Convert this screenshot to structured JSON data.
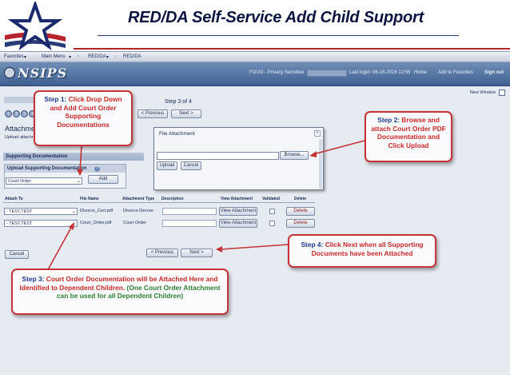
{
  "slide": {
    "title": "RED/DA Self-Service Add Child Support"
  },
  "topnav": {
    "favorites": "Favorites",
    "main_menu": "Main Menu",
    "red_da_menu": "RED/DA",
    "red_da_crumb": "RED/DA"
  },
  "appbar": {
    "logo_text": "NSIPS",
    "privacy_label": "FOUO - Privacy Sensitive",
    "last_login": "Last login: 06-16-2016 12:55",
    "home": "Home",
    "add_to_favorites": "Add to Favorites",
    "sign_out": "Sign out"
  },
  "page": {
    "new_window": "New Window",
    "step_of": "Step 3 of 4",
    "step_dots": [
      "1",
      "2",
      "3",
      "4"
    ],
    "heading": "Attachme",
    "subtext": "Upload attachme",
    "prev_top": "< Previous",
    "next_top": "Next >",
    "section_header": "Supporting Documentation",
    "upload_header": "Upload Supporting Documentation",
    "upload_select": "Court Order",
    "add_button": "Add",
    "cancel_button": "Cancel",
    "prev_bottom": "< Previous",
    "next_bottom": "Next >"
  },
  "table": {
    "columns": [
      "Attach To",
      "File Name",
      "Attachment Type",
      "Description",
      "View Attachment",
      "Validated",
      "Delete"
    ],
    "rows": [
      {
        "attach_to": "- TEST,TEST",
        "file_name": "Divorce_Cert.pdf",
        "type": "Divorce Decree",
        "view": "View Attachment",
        "delete": "Delete"
      },
      {
        "attach_to": "- TEST,TEST",
        "file_name": "Court_Order.pdf",
        "type": "Court Order",
        "view": "View Attachment",
        "delete": "Delete"
      }
    ]
  },
  "modal": {
    "title": "File Attachment",
    "browse": "Browse...",
    "upload": "Upload",
    "cancel": "Cancel",
    "close_glyph": "×"
  },
  "callouts": {
    "step1": {
      "label": "Step 1:",
      "text": "Click Drop Down and Add Court Order Supporting Documentations"
    },
    "step2": {
      "label": "Step 2:",
      "text": "Browse and attach Court Order PDF Documentation and Click Upload"
    },
    "step3": {
      "label": "Step 3:",
      "text": "Court Order Documentation will be Attached Here and Identified to Dependent Children.",
      "note": "(One Court Order Attachment can be used for all Dependent Children)"
    },
    "step4": {
      "label": "Step 4:",
      "text": "Click Next when all Supporting Documents have been Attached"
    }
  },
  "colors": {
    "callout_border": "#c63236",
    "callout_label": "#1f3a8a",
    "callout_text": "#c62828",
    "callout_note": "#2e7d32",
    "title": "#0b1540"
  }
}
